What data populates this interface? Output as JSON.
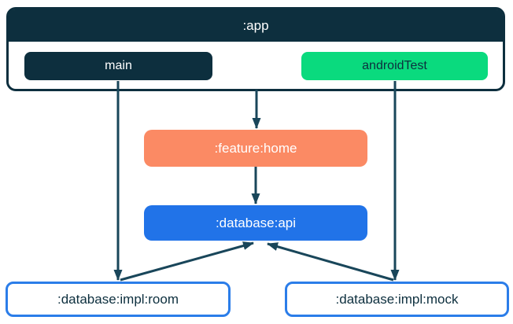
{
  "diagram": {
    "type": "module-dependency-graph",
    "nodes": {
      "app": {
        "label": ":app",
        "role": "container",
        "fill": "#0D2F3E",
        "text_color": "#FFFFFF"
      },
      "main": {
        "label": "main",
        "role": "source-set",
        "fill": "#0D2F3E",
        "text_color": "#FFFFFF"
      },
      "android_test": {
        "label": "androidTest",
        "role": "source-set",
        "fill": "#0ADA7E",
        "text_color": "#0D2F3E"
      },
      "feature_home": {
        "label": ":feature:home",
        "role": "module",
        "fill": "#FB8A64",
        "text_color": "#FFFFFF"
      },
      "database_api": {
        "label": ":database:api",
        "role": "module",
        "fill": "#2173E8",
        "text_color": "#FFFFFF"
      },
      "database_impl_room": {
        "label": ":database:impl:room",
        "role": "module",
        "fill": "#FFFFFF",
        "border_color": "#2B7DE9",
        "text_color": "#0D2F3E"
      },
      "database_impl_mock": {
        "label": ":database:impl:mock",
        "role": "module",
        "fill": "#FFFFFF",
        "border_color": "#2B7DE9",
        "text_color": "#0D2F3E"
      }
    },
    "edges": [
      {
        "from": "main",
        "to": ":database:impl:room"
      },
      {
        "from": ":app",
        "to": ":feature:home"
      },
      {
        "from": "androidTest",
        "to": ":database:impl:mock"
      },
      {
        "from": ":feature:home",
        "to": ":database:api"
      },
      {
        "from": ":database:impl:room",
        "to": ":database:api"
      },
      {
        "from": ":database:impl:mock",
        "to": ":database:api"
      }
    ],
    "colors": {
      "navy": "#0D2F3E",
      "green": "#0ADA7E",
      "orange": "#FB8A64",
      "blue": "#2173E8",
      "box_border_blue": "#2B7DE9",
      "edge_stroke": "#19465A",
      "background": "#FFFFFF"
    }
  }
}
